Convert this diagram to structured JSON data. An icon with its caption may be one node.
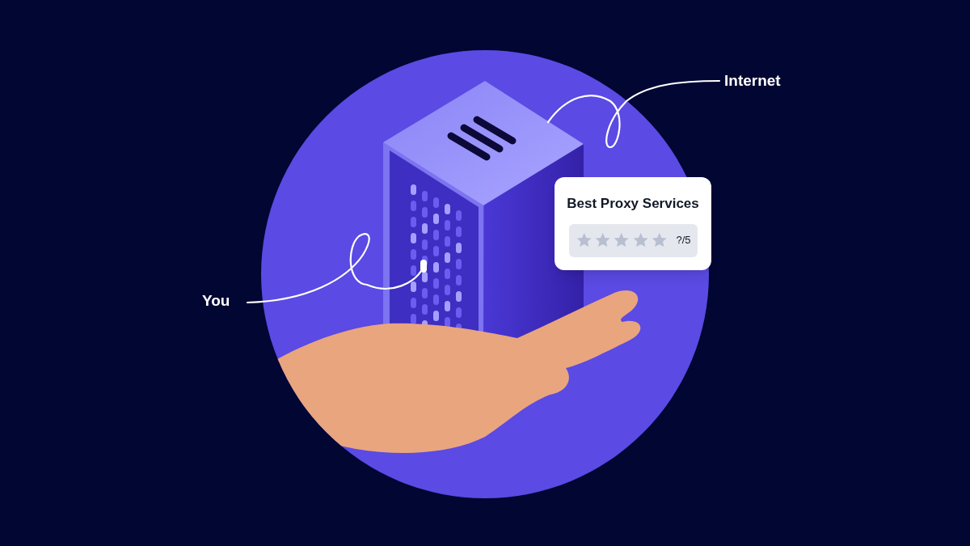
{
  "diagram": {
    "nodes": [
      {
        "text": [
          "You"
        ]
      },
      {
        "text": [],
        "shape": "picture"
      },
      {
        "text": [
          "Internet"
        ]
      },
      {
        "text": [
          "Best Proxy Services",
          "?/5"
        ]
      }
    ],
    "edges": [
      {
        "from": 0,
        "to": 1,
        "arrow": "none"
      },
      {
        "from": 1,
        "to": 2,
        "arrow": "none"
      }
    ]
  }
}
